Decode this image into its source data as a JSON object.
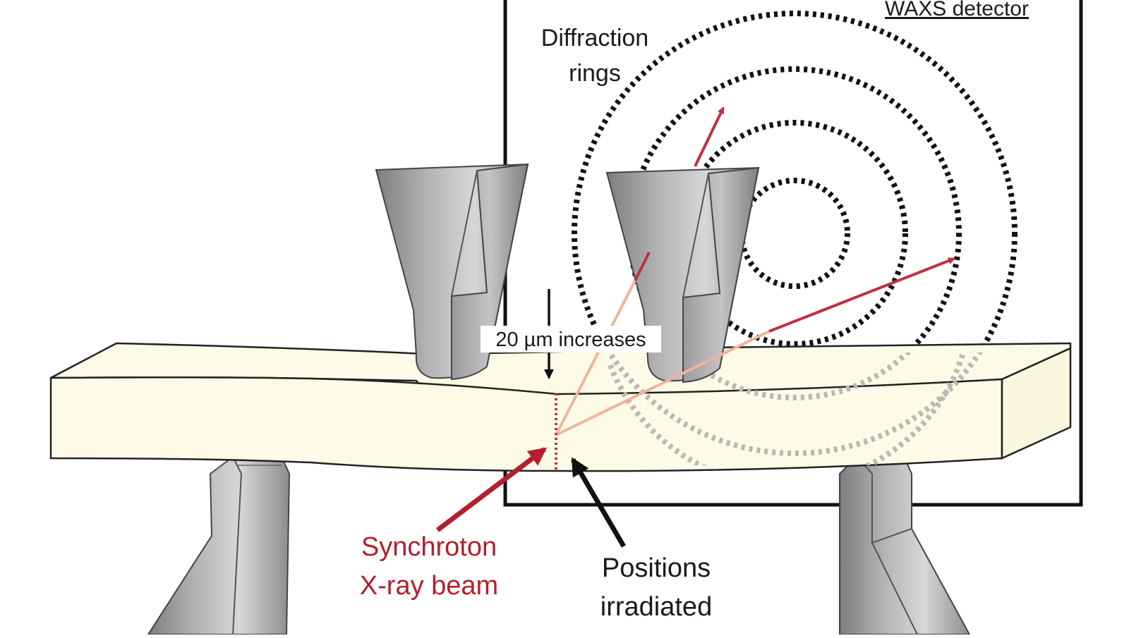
{
  "diagram": {
    "detector_label": "WAXS detector",
    "rings_label_line1": "Diffraction",
    "rings_label_line2": "rings",
    "displacement_label": "20 µm increases",
    "beam_label_line1": "Synchroton",
    "beam_label_line2": "X-ray beam",
    "positions_label_line1": "Positions",
    "positions_label_line2": "irradiated"
  },
  "colors": {
    "beam": "#c0303f",
    "beam_faded": "#f0b49a",
    "beam_label": "#b21f2d",
    "sample": "#fdfbe7",
    "outline": "#222222",
    "ring": "#111111",
    "ring_faded": "#b9b9b4",
    "metal_light": "#c9c9cb",
    "metal_mid": "#9a9a9c",
    "metal_dark": "#6e6e70"
  }
}
